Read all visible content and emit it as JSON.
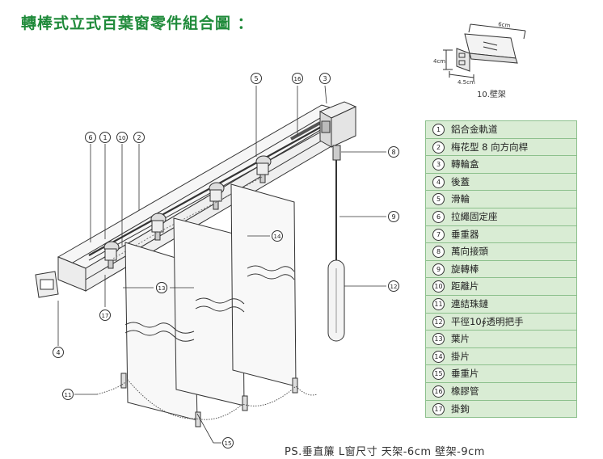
{
  "title": "轉棒式立式百葉窗零件組合圖 ：",
  "bracket": {
    "caption": "10.壁架",
    "dim_width": "6cm",
    "dim_height": "4cm",
    "dim_depth": "4.5cm"
  },
  "legend": [
    {
      "num": "1",
      "label": "鋁合金軌道"
    },
    {
      "num": "2",
      "label": "梅花型 8 向方向桿"
    },
    {
      "num": "3",
      "label": "轉輪盒"
    },
    {
      "num": "4",
      "label": "後蓋"
    },
    {
      "num": "5",
      "label": "滑輪"
    },
    {
      "num": "6",
      "label": "拉繩固定座"
    },
    {
      "num": "7",
      "label": "垂重器"
    },
    {
      "num": "8",
      "label": "萬向接頭"
    },
    {
      "num": "9",
      "label": "旋轉棒"
    },
    {
      "num": "10",
      "label": "距離片"
    },
    {
      "num": "11",
      "label": "連結珠鏈"
    },
    {
      "num": "12",
      "label": "平徑10∮透明把手"
    },
    {
      "num": "13",
      "label": "葉片"
    },
    {
      "num": "14",
      "label": "掛片"
    },
    {
      "num": "15",
      "label": "垂重片"
    },
    {
      "num": "16",
      "label": "橡膠管"
    },
    {
      "num": "17",
      "label": "掛鉤"
    }
  ],
  "callouts": [
    "1",
    "2",
    "3",
    "4",
    "5",
    "6",
    "8",
    "9",
    "10",
    "11",
    "12",
    "13",
    "13",
    "14",
    "15",
    "16",
    "17"
  ],
  "ps_note": "PS.垂直簾 L窗尺寸 天架-6cm  壁架-9cm"
}
